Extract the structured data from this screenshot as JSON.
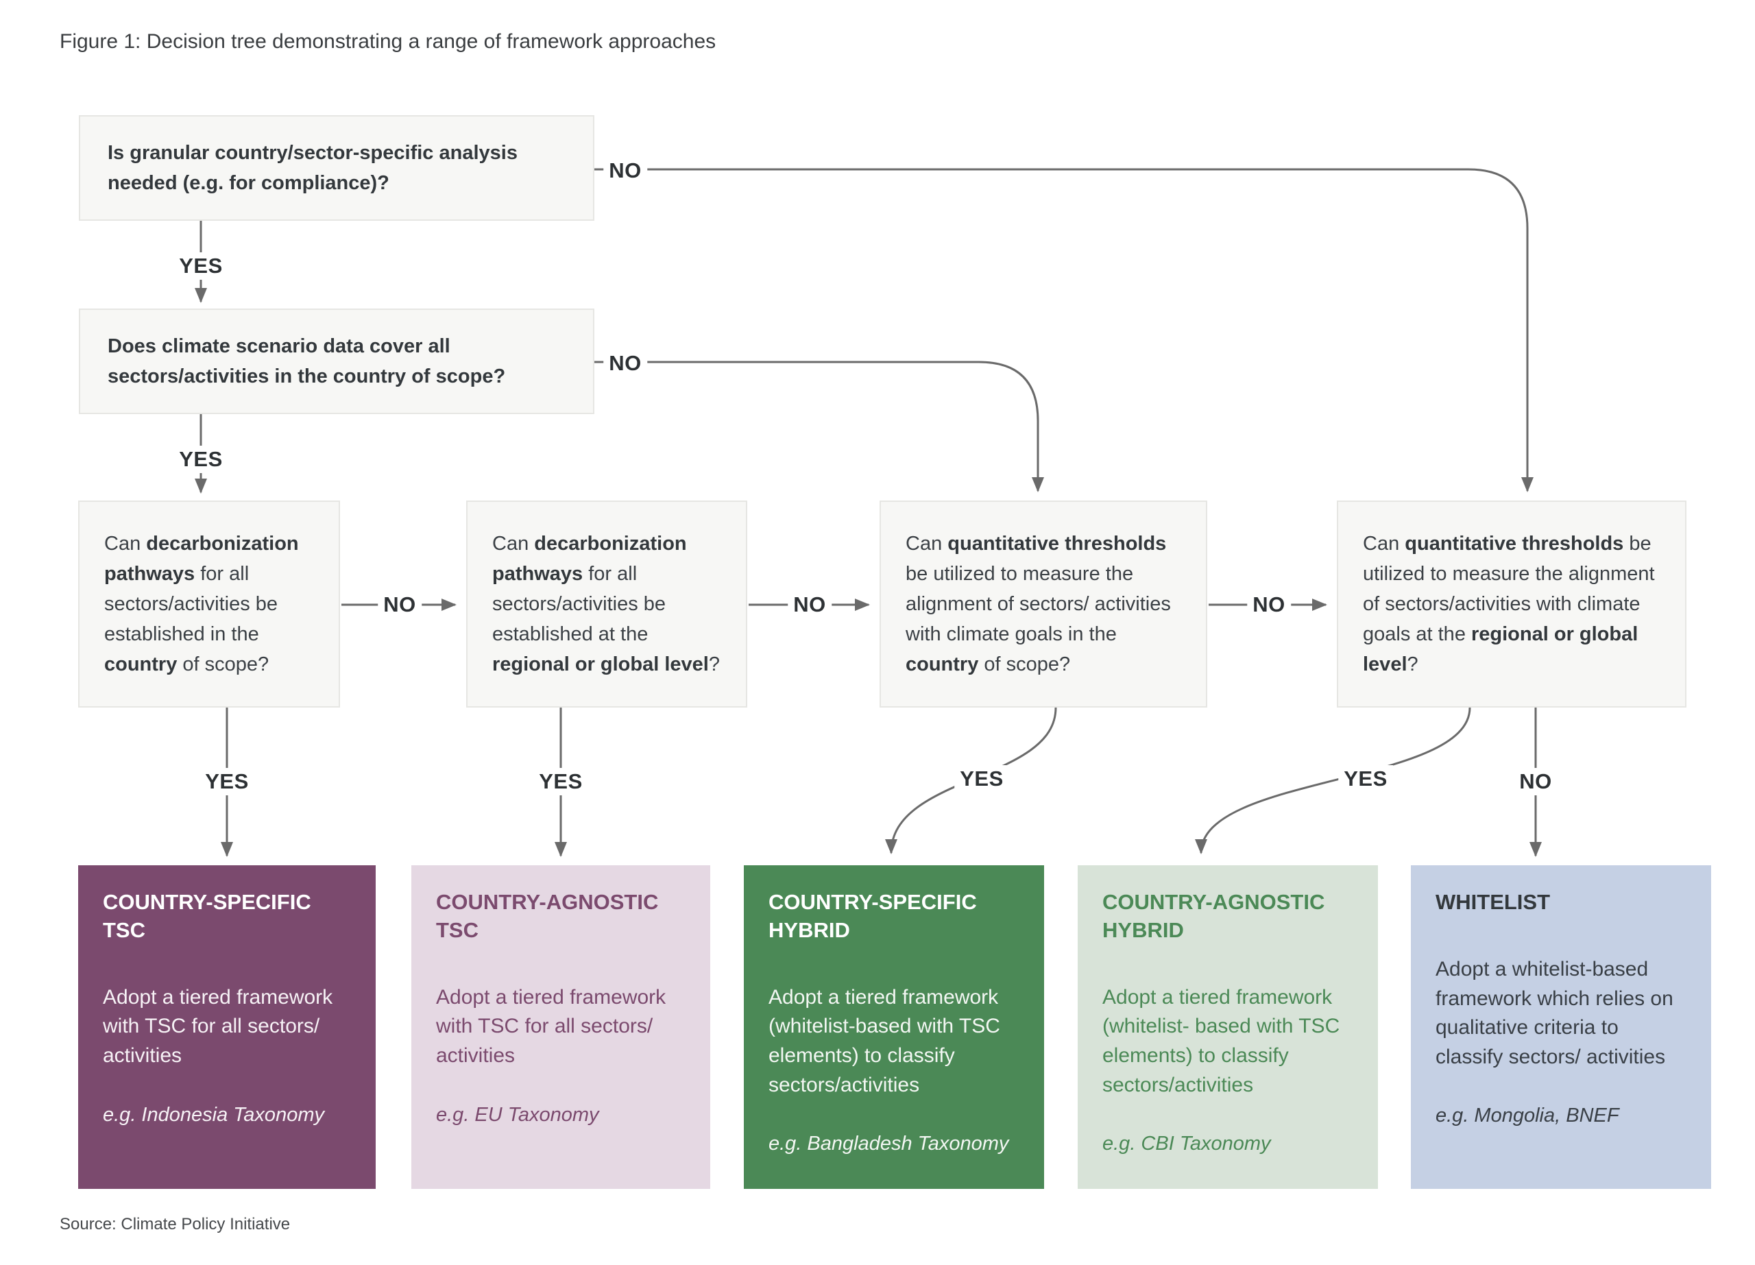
{
  "figure": {
    "title": "Figure 1: Decision tree demonstrating a range of framework approaches",
    "source": "Source: Climate Policy Initiative"
  },
  "labels": {
    "yes": "YES",
    "no": "NO"
  },
  "colors": {
    "question_box_bg": "#f7f7f5",
    "question_box_border": "#e6e6e3",
    "question_text": "#3b4045",
    "arrow": "#6a6a6a",
    "outcome_country_specific_tsc_bg": "#7b4a6e",
    "outcome_country_agnostic_tsc_bg": "#e5d8e3",
    "outcome_country_agnostic_tsc_fg": "#7b4a6e",
    "outcome_country_specific_hybrid_bg": "#4b8956",
    "outcome_country_agnostic_hybrid_bg": "#d8e3d8",
    "outcome_country_agnostic_hybrid_fg": "#4b8956",
    "outcome_whitelist_bg": "#c5d0e4",
    "outcome_whitelist_fg": "#393f46"
  },
  "questions": {
    "q1": {
      "text": "Is granular country/sector-specific analysis needed (e.g. for compliance)?"
    },
    "q2": {
      "text": "Does climate scenario data cover all sectors/activities in the country of scope?"
    },
    "q3": {
      "seg0": "Can ",
      "seg1": "decarbonization pathways",
      "seg2": " for all sectors/activities be established in the ",
      "seg3": "country",
      "seg4": " of scope?"
    },
    "q4": {
      "seg0": "Can ",
      "seg1": "decarbonization pathways",
      "seg2": " for all sectors/activities be established at the ",
      "seg3": "regional or global level",
      "seg4": "?"
    },
    "q5": {
      "seg0": "Can ",
      "seg1": "quantitative thresholds",
      "seg2": " be utilized to measure the alignment of sectors/ activities with climate goals in the ",
      "seg3": "country",
      "seg4": " of scope?"
    },
    "q6": {
      "seg0": "Can ",
      "seg1": "quantitative thresholds",
      "seg2": " be utilized to measure the alignment of sectors/activities with climate goals at the ",
      "seg3": "regional or global level",
      "seg4": "?"
    }
  },
  "outcomes": [
    {
      "title": "COUNTRY-SPECIFIC TSC",
      "body": "Adopt a tiered framework with TSC for all sectors/ activities",
      "example": "e.g. Indonesia Taxonomy"
    },
    {
      "title": "COUNTRY-AGNOSTIC TSC",
      "body": "Adopt a tiered framework with TSC for all sectors/ activities",
      "example": "e.g. EU Taxonomy"
    },
    {
      "title": "COUNTRY-SPECIFIC HYBRID",
      "body": "Adopt a tiered framework (whitelist-based with TSC elements) to classify sectors/activities",
      "example": "e.g. Bangladesh Taxonomy"
    },
    {
      "title": "COUNTRY-AGNOSTIC HYBRID",
      "body": "Adopt a tiered framework (whitelist- based with TSC elements) to classify sectors/activities",
      "example": "e.g. CBI Taxonomy"
    },
    {
      "title": "WHITELIST",
      "body": "Adopt a whitelist-based framework which relies on qualitative criteria to classify sectors/ activities",
      "example": "e.g. Mongolia, BNEF"
    }
  ]
}
